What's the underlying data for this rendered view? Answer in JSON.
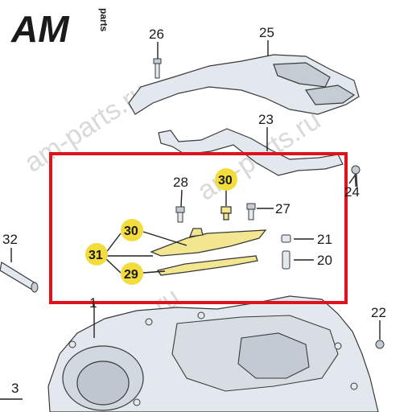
{
  "logo": {
    "main": "AM",
    "side": "parts"
  },
  "watermarks": [
    "am-parts.ru",
    "am-parts.ru",
    "am-parts.ru"
  ],
  "callouts": [
    {
      "id": "26",
      "label": "26"
    },
    {
      "id": "25",
      "label": "25"
    },
    {
      "id": "23",
      "label": "23"
    },
    {
      "id": "28",
      "label": "28"
    },
    {
      "id": "30a",
      "label": "30",
      "highlight": true
    },
    {
      "id": "27",
      "label": "27"
    },
    {
      "id": "24",
      "label": "24"
    },
    {
      "id": "30b",
      "label": "30",
      "highlight": true
    },
    {
      "id": "31",
      "label": "31",
      "highlight": true
    },
    {
      "id": "29",
      "label": "29",
      "highlight": true
    },
    {
      "id": "21",
      "label": "21"
    },
    {
      "id": "20",
      "label": "20"
    },
    {
      "id": "32",
      "label": "32"
    },
    {
      "id": "1",
      "label": "1"
    },
    {
      "id": "22",
      "label": "22"
    },
    {
      "id": "3",
      "label": "3"
    }
  ],
  "colors": {
    "frame": "#e0121b",
    "badge": "#f2dd3c",
    "logo": "#1a1a1a",
    "highlight_part": "#f3e690"
  }
}
